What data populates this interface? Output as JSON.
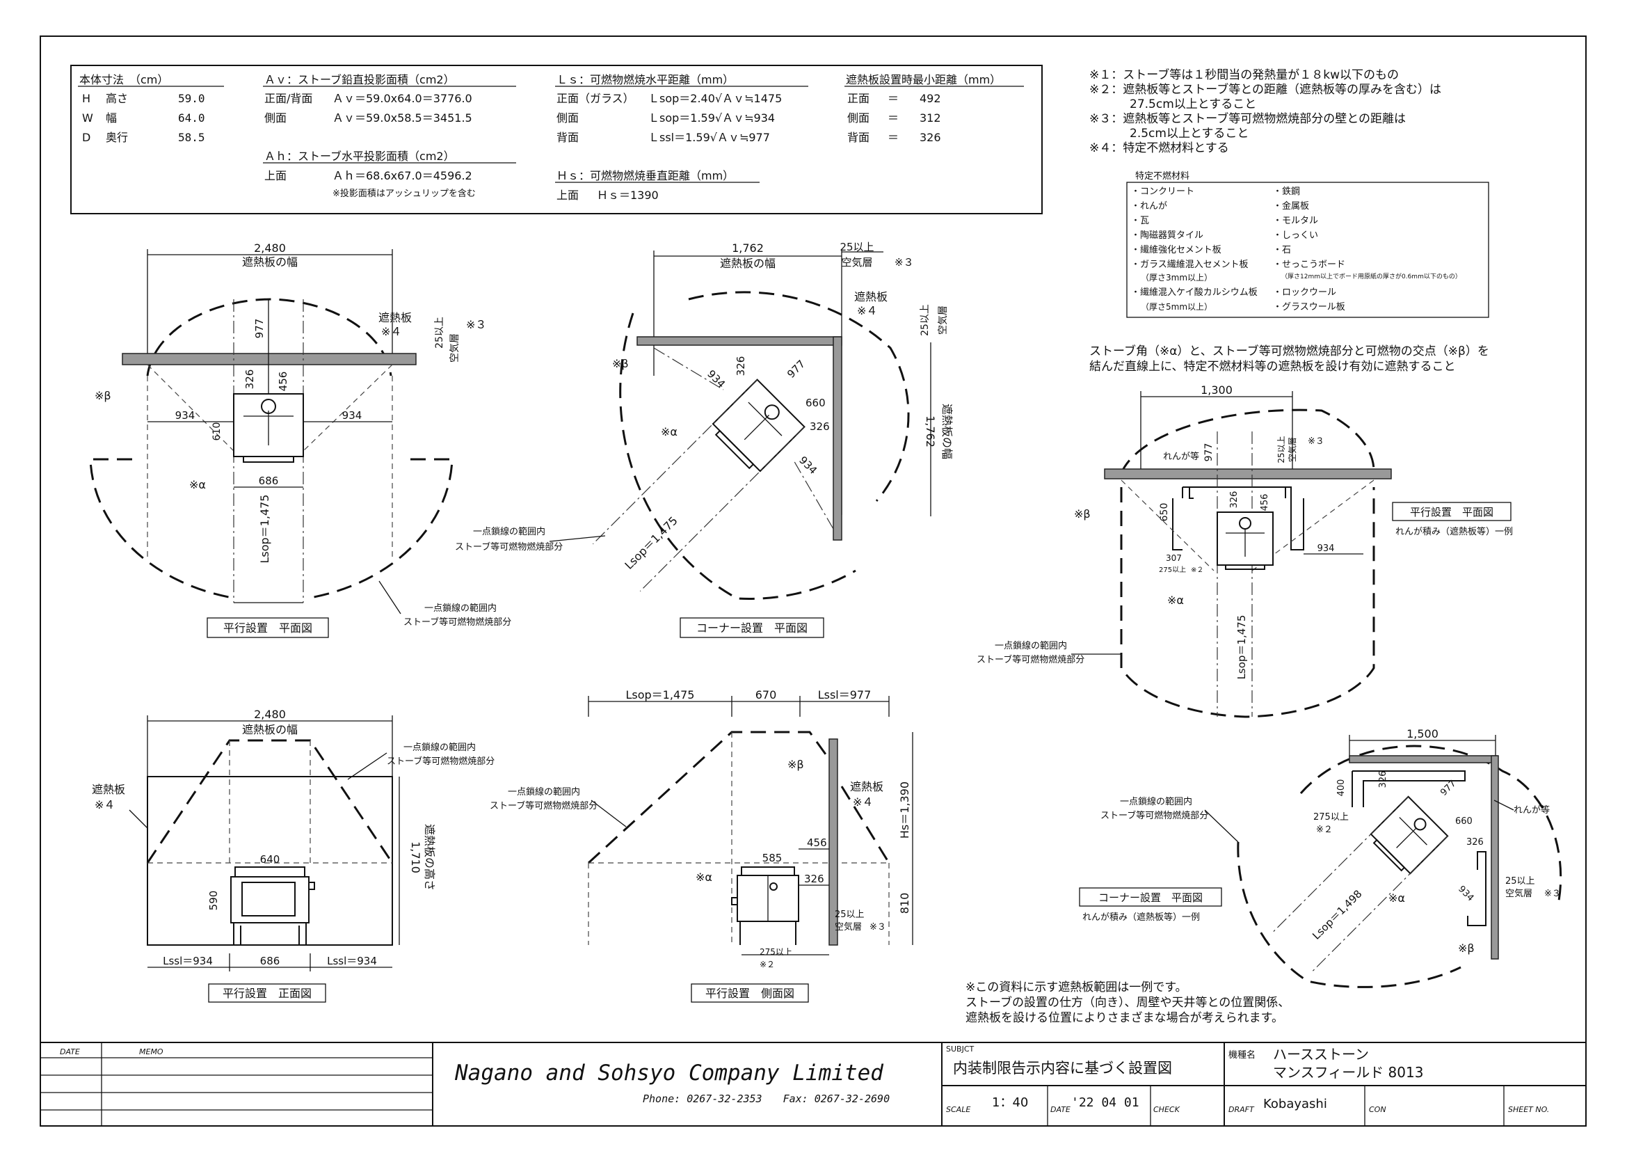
{
  "spec": {
    "body": {
      "title": "本体寸法　（cm）",
      "rows": [
        {
          "k": "H",
          "n": "高さ",
          "v": "59.0"
        },
        {
          "k": "W",
          "n": "幅",
          "v": "64.0"
        },
        {
          "k": "D",
          "n": "奥行",
          "v": "58.5"
        }
      ]
    },
    "av": {
      "title": "Ａｖ：ストーブ鉛直投影面積（cm2）",
      "rows": [
        {
          "n": "正面/背面",
          "v": "Ａｖ＝59.0x64.0＝3776.0"
        },
        {
          "n": "側面",
          "v": "Ａｖ＝59.0x58.5＝3451.5"
        }
      ]
    },
    "ah": {
      "title": "Ａｈ：ストーブ水平投影面積（cm2）",
      "rows": [
        {
          "n": "上面",
          "v": "Ａｈ＝68.6x67.0＝4596.2"
        }
      ],
      "note": "※投影面積はアッシュリップを含む"
    },
    "ls": {
      "title": "Ｌｓ：可燃物燃焼水平距離（mm）",
      "rows": [
        {
          "n": "正面（ガラス）",
          "v": "Ｌsop＝2.40√Ａｖ≒1475"
        },
        {
          "n": "側面",
          "v": "Ｌsop＝1.59√Ａｖ≒934"
        },
        {
          "n": "背面",
          "v": "Ｌssl＝1.59√Ａｖ≒977"
        }
      ]
    },
    "hs": {
      "title": "Ｈｓ：可燃物燃焼垂直距離（mm）",
      "rows": [
        {
          "n": "上面",
          "v": "Ｈｓ＝1390"
        }
      ]
    },
    "min": {
      "title": "遮熱板設置時最小距離（mm）",
      "rows": [
        {
          "n": "正面",
          "eq": "＝",
          "v": "492"
        },
        {
          "n": "側面",
          "eq": "＝",
          "v": "312"
        },
        {
          "n": "背面",
          "eq": "＝",
          "v": "326"
        }
      ]
    }
  },
  "notes": [
    "※１：ストーブ等は１秒間当の発熱量が１８kw以下のもの",
    "※２：遮熱板等とストーブ等との距離（遮熱板等の厚みを含む）は",
    "27.5cm以上とすること",
    "※３：遮熱板等とストーブ等可燃物燃焼部分の壁との距離は",
    "2.5cm以上とすること",
    "※４：特定不燃材料とする"
  ],
  "materials": {
    "title": "特定不燃材料",
    "left": [
      "・コンクリート",
      "・れんが",
      "・瓦",
      "・陶磁器質タイル",
      "・繊維強化セメント板",
      "・ガラス繊維混入セメント板",
      "（厚さ3mm以上）",
      "・繊維混入ケイ酸カルシウム板",
      "（厚さ5mm以上）"
    ],
    "right": [
      "・鉄鋼",
      "・金属板",
      "・モルタル",
      "・しっくい",
      "・石",
      "・せっこうボード",
      "（厚さ12mm以上でボード用原紙の厚さが0.6mm以下のもの）",
      "・ロックウール",
      "・グラスウール板"
    ]
  },
  "instruction": [
    "ストーブ角（※α）と、ストーブ等可燃物燃焼部分と可燃物の交点（※β）を",
    "結んだ直線上に、特定不燃材料等の遮熱板を設け有効に遮熱すること"
  ],
  "common": {
    "shield_width": "遮熱板の幅",
    "shield_height": "遮熱板の高さ",
    "shield": "遮熱板",
    "note4": "※４",
    "alpha": "※α",
    "beta": "※β",
    "air_gap": "空気層",
    "note3": "※３",
    "over25": "25以上",
    "note2": "※２",
    "over275": "275以上",
    "chain1": "一点鎖線の範囲内",
    "chain2": "ストーブ等可燃物燃焼部分",
    "brick": "れんが等",
    "brick_note": "れんが積み（遮熱板等）一例"
  },
  "views": {
    "p_plan": {
      "label": "平行設置　平面図",
      "w": "2,480",
      "d977": "977",
      "d326": "326",
      "d456": "456",
      "d934l": "934",
      "d934r": "934",
      "d610": "610",
      "d686": "686",
      "lsop": "Lsop＝1,475"
    },
    "c_plan": {
      "label": "コーナー設置　平面図",
      "w": "1,762",
      "d934a": "934",
      "d326a": "326",
      "d977": "977",
      "d660": "660",
      "d326b": "326",
      "d934b": "934",
      "lsop": "Lsop＝1,475"
    },
    "b_plan": {
      "label": "平行設置　平面図",
      "w": "1,300",
      "d977": "977",
      "d326": "326",
      "d456": "456",
      "d650": "650",
      "d307": "307",
      "d934": "934",
      "lsop": "Lsop＝1,475"
    },
    "p_front": {
      "label": "平行設置　正面図",
      "w": "2,480",
      "d640": "640",
      "d590": "590",
      "h": "1,710",
      "l1": "Lssl＝934",
      "d686": "686",
      "l2": "Lssl＝934"
    },
    "side": {
      "label": "平行設置　側面図",
      "d1": "Lsop＝1,475",
      "d2": "670",
      "d3": "Lssl＝977",
      "d585": "585",
      "d456": "456",
      "d326": "326",
      "hs": "Hs＝1,390",
      "d810": "810"
    },
    "bc_plan": {
      "label": "コーナー設置　平面図",
      "w": "1,500",
      "d400": "400",
      "d326a": "326",
      "d977": "977",
      "d660": "660",
      "d326b": "326",
      "d934": "934",
      "lsop": "Lsop＝1,498"
    }
  },
  "remark": [
    "※この資料に示す遮熱板範囲は一例です。",
    "ストーブの設置の仕方（向き）、周壁や天井等との位置関係、",
    "遮熱板を設ける位置によりさまざまな場合が考えられます。"
  ],
  "title_block": {
    "date_label": "DATE",
    "memo_label": "MEMO",
    "company": "Nagano and Sohsyo Company Limited",
    "phone": "Phone: 0267-32-2353　　Fax: 0267-32-2690",
    "subject_label": "SUBJCT",
    "subject": "内装制限告示内容に基づく設置図",
    "model_label": "機種名",
    "model1": "ハースストーン",
    "model2": "マンスフィールド 8013",
    "scale_label": "SCALE",
    "scale": "1：40",
    "date2_label": "DATE",
    "date2": "'22 04 01",
    "check_label": "CHECK",
    "draft_label": "DRAFT",
    "draft": "Kobayashi",
    "con_label": "CON",
    "sheet_label": "SHEET NO."
  }
}
